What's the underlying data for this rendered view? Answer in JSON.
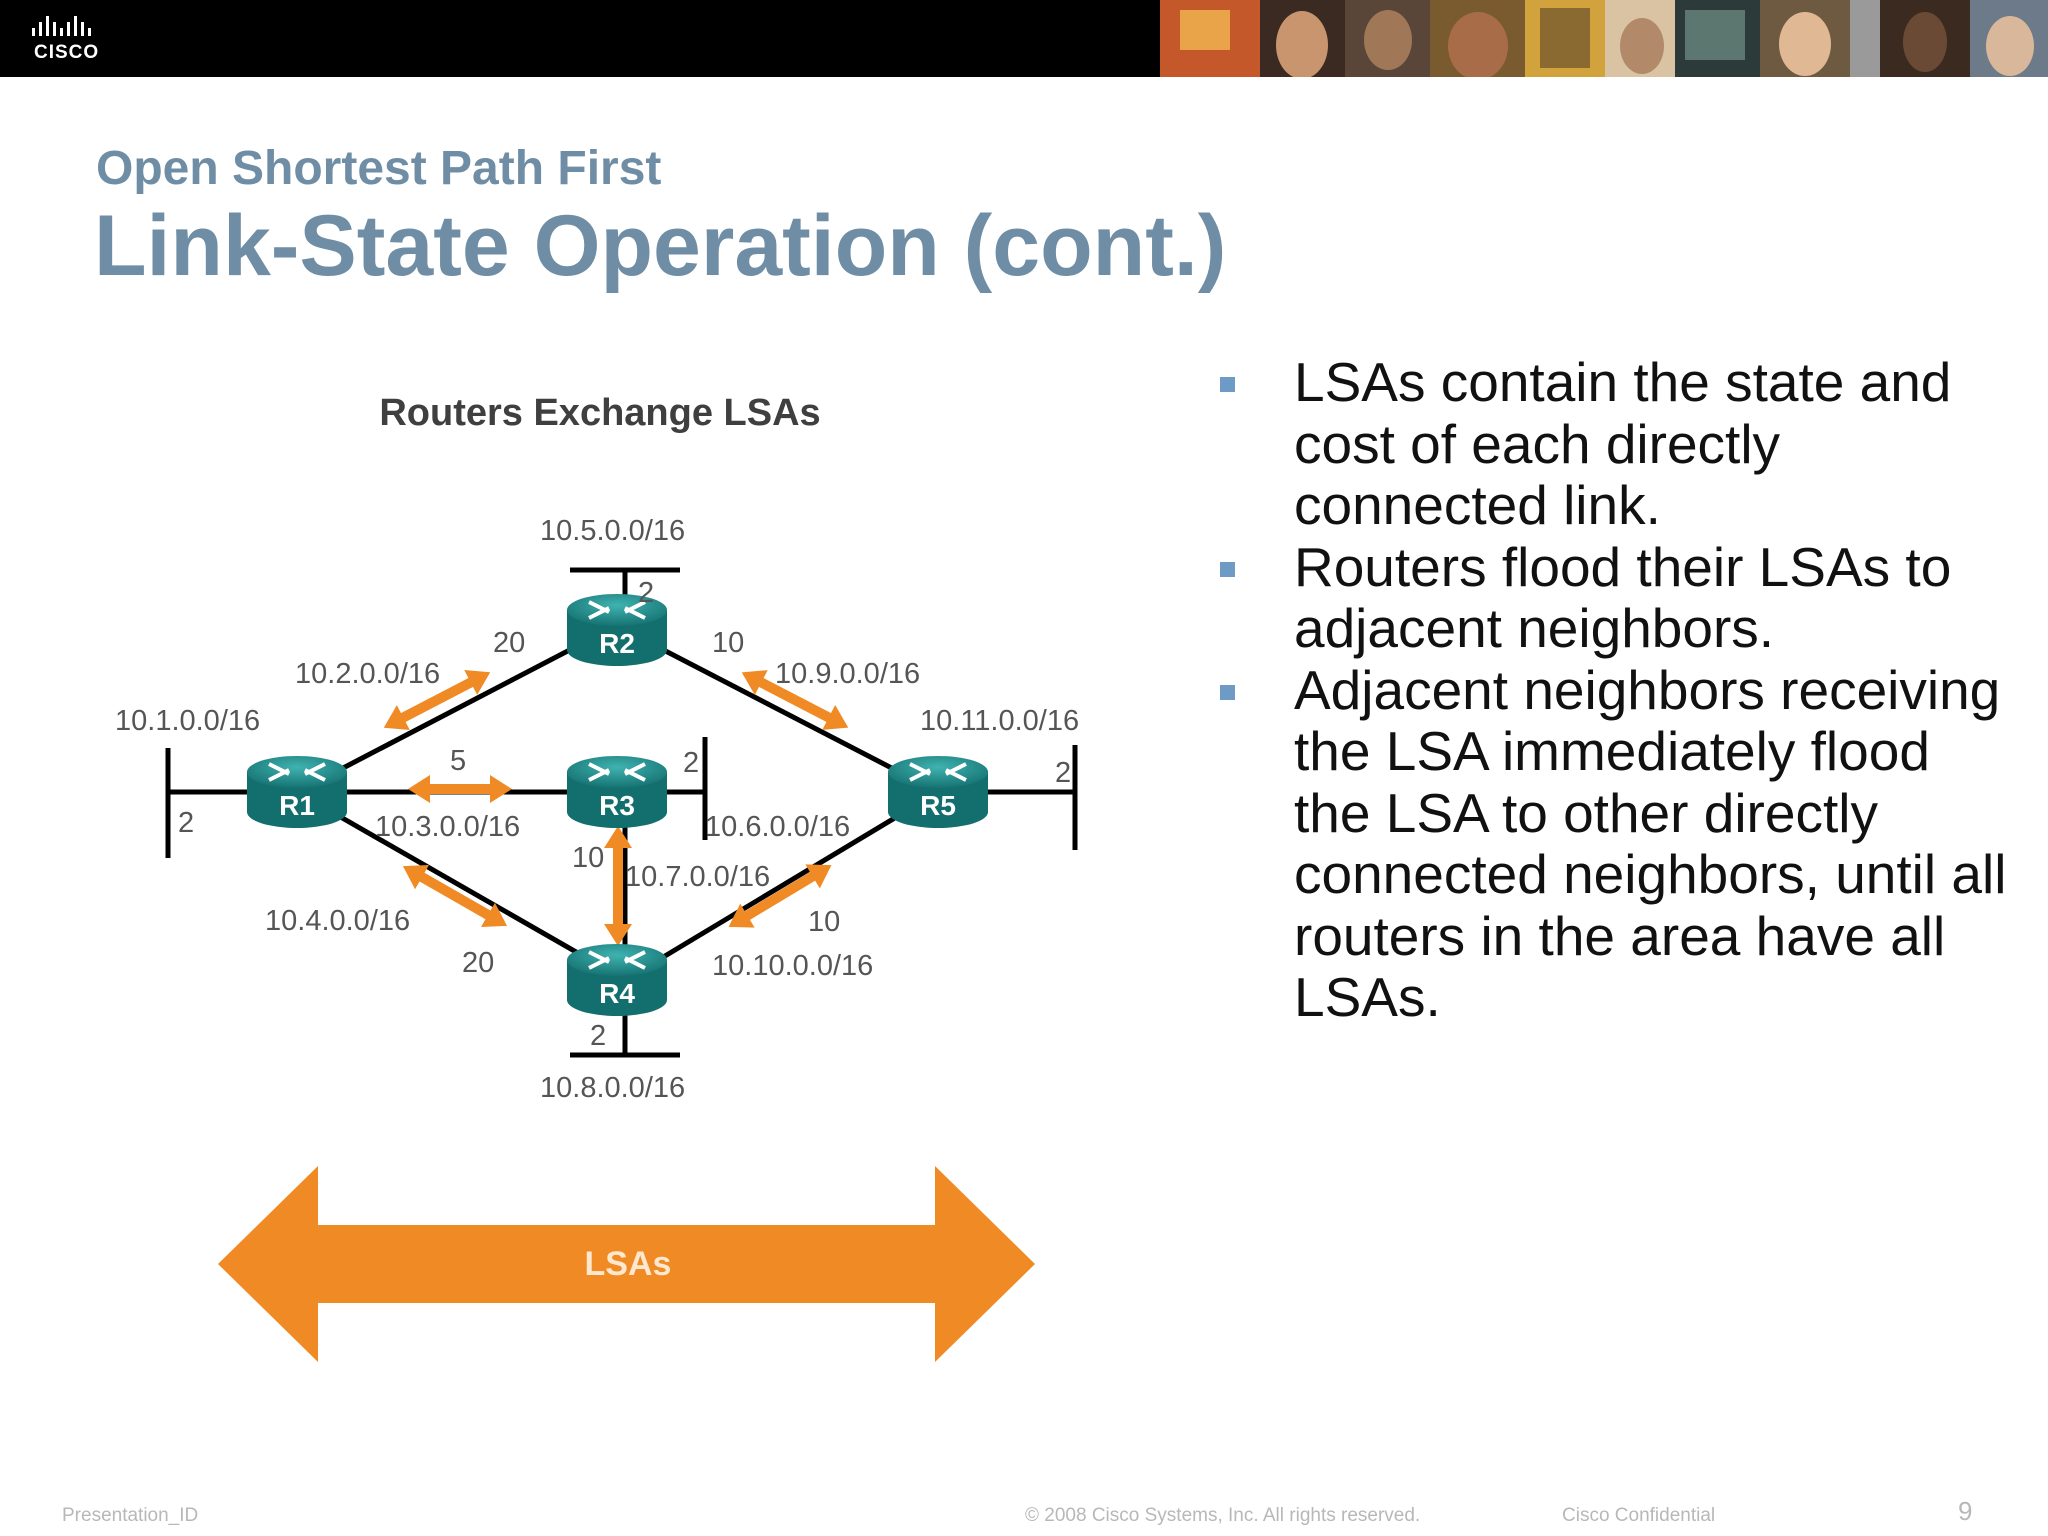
{
  "brand": {
    "logo_text": "CISCO",
    "colors": {
      "title": "#6f8ea5",
      "accent_orange": "#f08a24",
      "router_teal": "#1f8a8a",
      "bullet": "#6e9bc6"
    }
  },
  "slide": {
    "subtitle": "Open Shortest Path First",
    "title": "Link-State Operation (cont.)",
    "bullets": [
      "LSAs contain the state and cost of each directly connected link.",
      "Routers flood their LSAs to adjacent neighbors.",
      "Adjacent neighbors receiving the LSA immediately flood the LSA to other directly connected neighbors, until all routers in the area have all LSAs."
    ]
  },
  "diagram": {
    "title": "Routers Exchange LSAs",
    "routers": {
      "r1": "R1",
      "r2": "R2",
      "r3": "R3",
      "r4": "R4",
      "r5": "R5"
    },
    "networks": {
      "n1": "10.1.0.0/16",
      "n2": "10.2.0.0/16",
      "n3": "10.3.0.0/16",
      "n4": "10.4.0.0/16",
      "n5": "10.5.0.0/16",
      "n6": "10.6.0.0/16",
      "n7": "10.7.0.0/16",
      "n8": "10.8.0.0/16",
      "n9": "10.9.0.0/16",
      "n10": "10.10.0.0/16",
      "n11": "10.11.0.0/16"
    },
    "costs": {
      "r1_stub": "2",
      "r2_stub": "2",
      "r3_stub": "2",
      "r4_stub": "2",
      "r5_stub": "2",
      "r1_r2": "20",
      "r2_r5": "10",
      "r1_r3": "5",
      "r3_r4": "10",
      "r1_r4": "20",
      "r4_r5": "10"
    },
    "big_arrow_label": "LSAs"
  },
  "footer": {
    "presentation_id": "Presentation_ID",
    "copyright": "© 2008 Cisco Systems, Inc. All rights reserved.",
    "confidential": "Cisco Confidential",
    "page_number": "9"
  }
}
